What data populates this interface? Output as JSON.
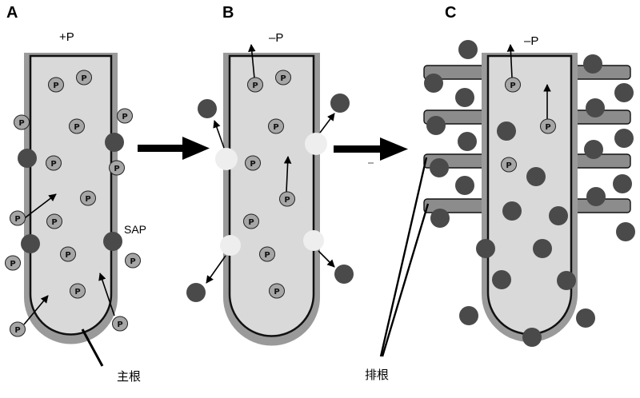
{
  "panels": [
    {
      "id": "A",
      "label": "A",
      "condition": "+P"
    },
    {
      "id": "B",
      "label": "B",
      "condition": "–P"
    },
    {
      "id": "C",
      "label": "C",
      "condition": "–P"
    }
  ],
  "annotations": {
    "sap": "SAP",
    "main_root": "主根",
    "cluster_root": "排根",
    "phosphate": "P"
  },
  "colors": {
    "root_interior": "#d9d9d9",
    "root_wall": "#9a9a9a",
    "root_outline": "#111111",
    "phosphate_fill": "#a6a6a6",
    "sap_dark": "#4a4a4a",
    "vesicle_light": "#eeeeee",
    "arrow": "#000000"
  }
}
